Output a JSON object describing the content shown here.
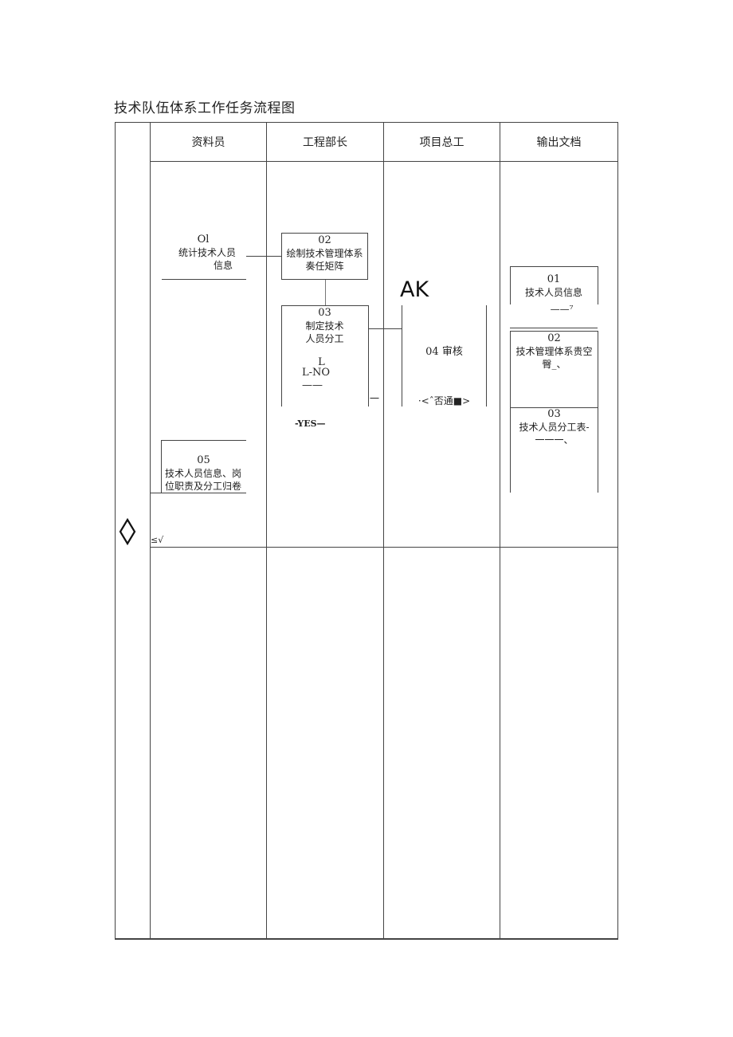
{
  "document": {
    "title": "技术队伍体系工作任务流程图"
  },
  "table": {
    "columns": [
      "资料员",
      "工程部长",
      "项目总工",
      "输出文档"
    ]
  },
  "flow": {
    "step01": {
      "num": "Ol",
      "line1": "统计技术人员",
      "line2": "信息"
    },
    "step02": {
      "num": "02",
      "line1": "绘制技术管理体系",
      "line2": "奏任矩阵"
    },
    "step03": {
      "num": "03",
      "line1": "制定技术",
      "line2": "人员分工",
      "mark": "L",
      "no_label": "L-NO——",
      "yes_label": "-YES—",
      "dash": "一"
    },
    "step04": {
      "ak": "AK",
      "label": "04 审核",
      "decision": "·<ˆ否通■>"
    },
    "step05": {
      "num": "05",
      "line1": "技术人员信息、岗",
      "line2": "位职责及分工归卷"
    },
    "end_mark": "≤√"
  },
  "outputs": [
    {
      "num": "01",
      "line1": "技术人员信息",
      "line2": "——⁷"
    },
    {
      "num": "02",
      "line1": "技术管理体系贵空",
      "line2": "臀_、"
    },
    {
      "num": "03",
      "line1": "技术人员分工表-",
      "line2": "一一一、"
    }
  ]
}
